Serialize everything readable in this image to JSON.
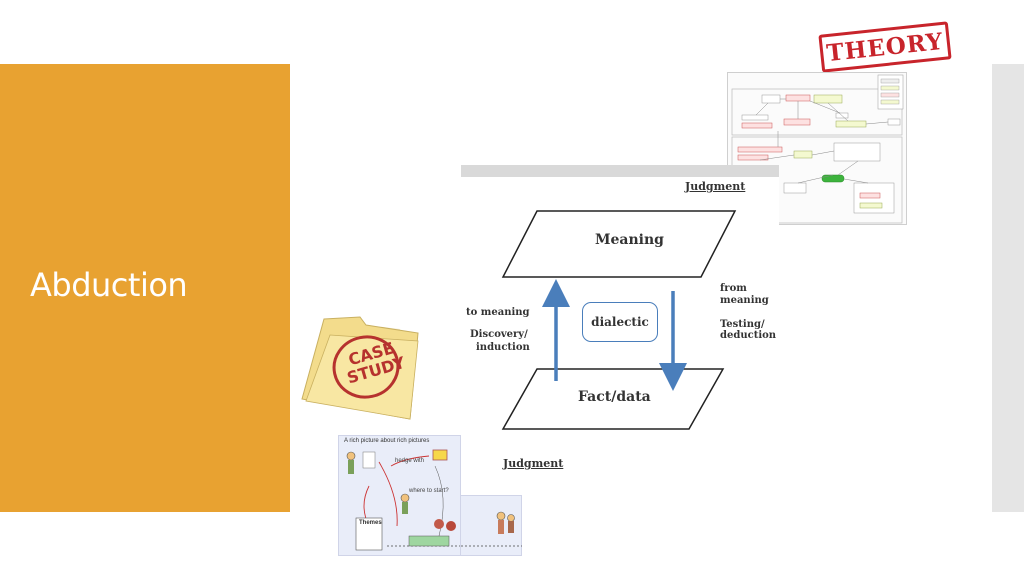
{
  "slide": {
    "title": "Abduction"
  },
  "stamp": {
    "text": "THEORY",
    "color": "#c8242b"
  },
  "diagram": {
    "judgment_top": "Judgment",
    "judgment_bottom": "Judgment",
    "meaning": "Meaning",
    "fact_data": "Fact/data",
    "dialectic": "dialectic",
    "left_label": [
      "to meaning",
      "Discovery/",
      "induction"
    ],
    "right_label": [
      "from",
      "meaning",
      "Testing/",
      "deduction"
    ],
    "arrow_color": "#4a7ebb"
  },
  "case_study": {
    "line1": "CASE",
    "line2": "STUDY"
  },
  "rich_picture": {
    "title": "A rich picture about rich pictures",
    "note1": "hedge with",
    "note2": "where to start?",
    "themes": "Themes"
  },
  "colors": {
    "panel": "#e8a231",
    "title_text": "#ffffff",
    "strip": "#e5e5e5"
  }
}
